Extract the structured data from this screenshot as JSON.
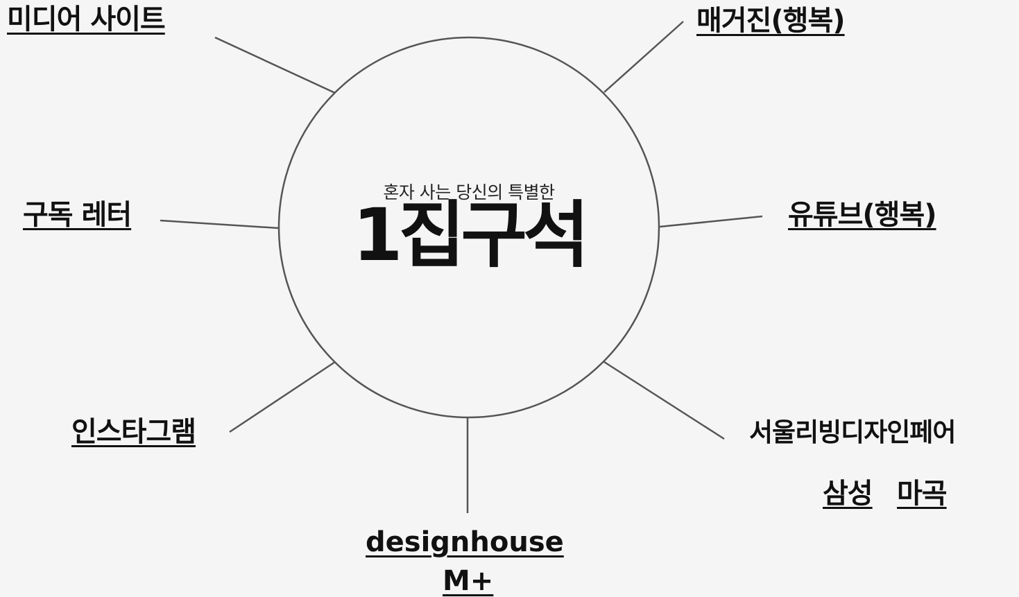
{
  "center": {
    "subtitle": "혼자 사는 당신의 특별한",
    "title": "1집구석"
  },
  "channels": {
    "media_site": "미디어 사이트",
    "magazine": "매거진(행복)",
    "newsletter": "구독 레터",
    "youtube": "유튜브(행복)",
    "instagram": "인스타그램",
    "fair_title": "서울리빙디자인페어",
    "fair_samsung": "삼성",
    "fair_magok": "마곡",
    "designhouse": "designhouse",
    "mplus": "M+"
  },
  "colors": {
    "background": "#f5f5f5",
    "line": "#555555",
    "text": "#111111"
  }
}
